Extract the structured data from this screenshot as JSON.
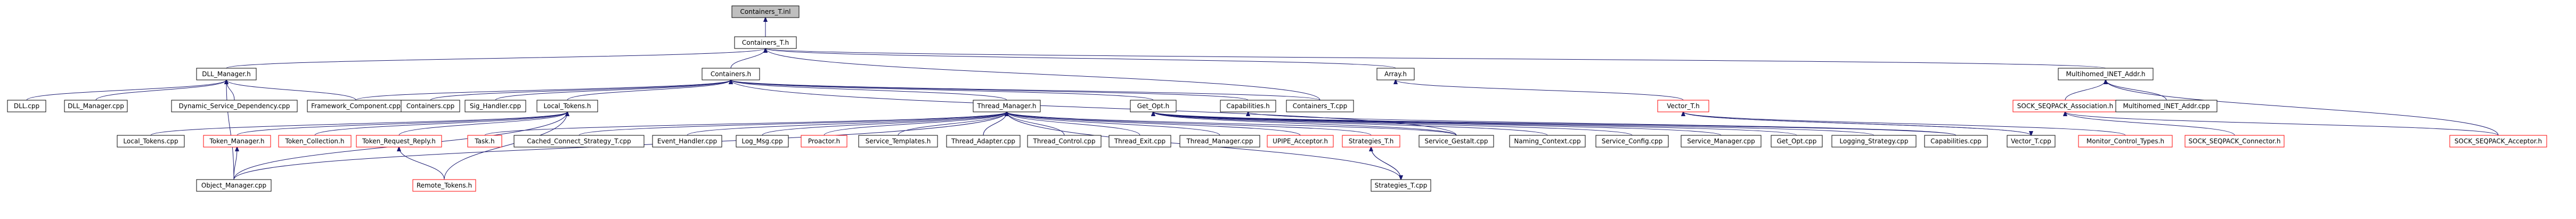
{
  "graph": {
    "nodes": [
      {
        "id": "containers_t_inl",
        "label": "Containers_T.inl",
        "root": true,
        "broken": false
      },
      {
        "id": "containers_t_h",
        "label": "Containers_T.h",
        "root": false,
        "broken": false
      },
      {
        "id": "dll_manager_h",
        "label": "DLL_Manager.h",
        "root": false,
        "broken": false
      },
      {
        "id": "containers_h",
        "label": "Containers.h",
        "root": false,
        "broken": false
      },
      {
        "id": "array_h",
        "label": "Array.h",
        "root": false,
        "broken": false
      },
      {
        "id": "multihomed_inet_addr_h",
        "label": "Multihomed_INET_Addr.h",
        "root": false,
        "broken": false
      },
      {
        "id": "dll_cpp",
        "label": "DLL.cpp",
        "root": false,
        "broken": false
      },
      {
        "id": "dll_manager_cpp",
        "label": "DLL_Manager.cpp",
        "root": false,
        "broken": false
      },
      {
        "id": "dynamic_service_dependency_cpp",
        "label": "Dynamic_Service_Dependency.cpp",
        "root": false,
        "broken": false
      },
      {
        "id": "framework_component_cpp",
        "label": "Framework_Component.cpp",
        "root": false,
        "broken": false
      },
      {
        "id": "containers_cpp",
        "label": "Containers.cpp",
        "root": false,
        "broken": false
      },
      {
        "id": "sig_handler_cpp",
        "label": "Sig_Handler.cpp",
        "root": false,
        "broken": false
      },
      {
        "id": "local_tokens_h",
        "label": "Local_Tokens.h",
        "root": false,
        "broken": false
      },
      {
        "id": "thread_manager_h",
        "label": "Thread_Manager.h",
        "root": false,
        "broken": false
      },
      {
        "id": "get_opt_h",
        "label": "Get_Opt.h",
        "root": false,
        "broken": false
      },
      {
        "id": "capabilities_h",
        "label": "Capabilities.h",
        "root": false,
        "broken": false
      },
      {
        "id": "containers_t_cpp",
        "label": "Containers_T.cpp",
        "root": false,
        "broken": false
      },
      {
        "id": "vector_t_h",
        "label": "Vector_T.h",
        "root": false,
        "broken": true
      },
      {
        "id": "sock_seqpack_association_h",
        "label": "SOCK_SEQPACK_Association.h",
        "root": false,
        "broken": true
      },
      {
        "id": "multihomed_inet_addr_cpp",
        "label": "Multihomed_INET_Addr.cpp",
        "root": false,
        "broken": false
      },
      {
        "id": "local_tokens_cpp",
        "label": "Local_Tokens.cpp",
        "root": false,
        "broken": false
      },
      {
        "id": "token_manager_h",
        "label": "Token_Manager.h",
        "root": false,
        "broken": true
      },
      {
        "id": "token_collection_h",
        "label": "Token_Collection.h",
        "root": false,
        "broken": true
      },
      {
        "id": "token_request_reply_h",
        "label": "Token_Request_Reply.h",
        "root": false,
        "broken": true
      },
      {
        "id": "task_h",
        "label": "Task.h",
        "root": false,
        "broken": true
      },
      {
        "id": "cached_connect_strategy_t_cpp",
        "label": "Cached_Connect_Strategy_T.cpp",
        "root": false,
        "broken": false
      },
      {
        "id": "event_handler_cpp",
        "label": "Event_Handler.cpp",
        "root": false,
        "broken": false
      },
      {
        "id": "log_msg_cpp",
        "label": "Log_Msg.cpp",
        "root": false,
        "broken": false
      },
      {
        "id": "proactor_h",
        "label": "Proactor.h",
        "root": false,
        "broken": true
      },
      {
        "id": "service_templates_h",
        "label": "Service_Templates.h",
        "root": false,
        "broken": false
      },
      {
        "id": "thread_adapter_cpp",
        "label": "Thread_Adapter.cpp",
        "root": false,
        "broken": false
      },
      {
        "id": "thread_control_cpp",
        "label": "Thread_Control.cpp",
        "root": false,
        "broken": false
      },
      {
        "id": "thread_exit_cpp",
        "label": "Thread_Exit.cpp",
        "root": false,
        "broken": false
      },
      {
        "id": "thread_manager_cpp",
        "label": "Thread_Manager.cpp",
        "root": false,
        "broken": false
      },
      {
        "id": "uipipe_acceptor_h",
        "label": "UPIPE_Acceptor.h",
        "root": false,
        "broken": true
      },
      {
        "id": "strategies_t_h",
        "label": "Strategies_T.h",
        "root": false,
        "broken": true
      },
      {
        "id": "service_gestalt_cpp",
        "label": "Service_Gestalt.cpp",
        "root": false,
        "broken": false
      },
      {
        "id": "naming_context_cpp",
        "label": "Naming_Context.cpp",
        "root": false,
        "broken": false
      },
      {
        "id": "service_config_cpp",
        "label": "Service_Config.cpp",
        "root": false,
        "broken": false
      },
      {
        "id": "service_manager_cpp",
        "label": "Service_Manager.cpp",
        "root": false,
        "broken": false
      },
      {
        "id": "get_opt_cpp",
        "label": "Get_Opt.cpp",
        "root": false,
        "broken": false
      },
      {
        "id": "logging_strategy_cpp",
        "label": "Logging_Strategy.cpp",
        "root": false,
        "broken": false
      },
      {
        "id": "capabilities_cpp",
        "label": "Capabilities.cpp",
        "root": false,
        "broken": false
      },
      {
        "id": "vector_t_cpp",
        "label": "Vector_T.cpp",
        "root": false,
        "broken": false
      },
      {
        "id": "monitor_control_types_h",
        "label": "Monitor_Control_Types.h",
        "root": false,
        "broken": true
      },
      {
        "id": "sock_seqpack_connector_h",
        "label": "SOCK_SEQPACK_Connector.h",
        "root": false,
        "broken": true
      },
      {
        "id": "sock_seqpack_acceptor_h",
        "label": "SOCK_SEQPACK_Acceptor.h",
        "root": false,
        "broken": true
      },
      {
        "id": "object_manager_cpp",
        "label": "Object_Manager.cpp",
        "root": false,
        "broken": false
      },
      {
        "id": "remote_tokens_h",
        "label": "Remote_Tokens.h",
        "root": false,
        "broken": true
      },
      {
        "id": "strategies_t_cpp",
        "label": "Strategies_T.cpp",
        "root": false,
        "broken": false
      }
    ],
    "edges": [
      [
        "containers_t_h",
        "containers_t_inl"
      ],
      [
        "dll_manager_h",
        "containers_t_h"
      ],
      [
        "containers_h",
        "containers_t_h"
      ],
      [
        "array_h",
        "containers_t_h"
      ],
      [
        "multihomed_inet_addr_h",
        "containers_t_h"
      ],
      [
        "containers_t_cpp",
        "containers_t_h"
      ],
      [
        "dll_cpp",
        "dll_manager_h"
      ],
      [
        "dll_manager_cpp",
        "dll_manager_h"
      ],
      [
        "dynamic_service_dependency_cpp",
        "dll_manager_h"
      ],
      [
        "framework_component_cpp",
        "dll_manager_h"
      ],
      [
        "object_manager_cpp",
        "dll_manager_h"
      ],
      [
        "containers_cpp",
        "containers_h"
      ],
      [
        "sig_handler_cpp",
        "containers_h"
      ],
      [
        "local_tokens_h",
        "containers_h"
      ],
      [
        "thread_manager_h",
        "containers_h"
      ],
      [
        "get_opt_h",
        "containers_h"
      ],
      [
        "capabilities_h",
        "containers_h"
      ],
      [
        "containers_t_cpp",
        "containers_h"
      ],
      [
        "service_gestalt_cpp",
        "containers_h"
      ],
      [
        "framework_component_cpp",
        "containers_h"
      ],
      [
        "vector_t_h",
        "array_h"
      ],
      [
        "sock_seqpack_association_h",
        "multihomed_inet_addr_h"
      ],
      [
        "multihomed_inet_addr_cpp",
        "multihomed_inet_addr_h"
      ],
      [
        "sock_seqpack_acceptor_h",
        "multihomed_inet_addr_h"
      ],
      [
        "local_tokens_cpp",
        "local_tokens_h"
      ],
      [
        "token_manager_h",
        "local_tokens_h"
      ],
      [
        "token_collection_h",
        "local_tokens_h"
      ],
      [
        "token_request_reply_h",
        "local_tokens_h"
      ],
      [
        "remote_tokens_h",
        "local_tokens_h"
      ],
      [
        "object_manager_cpp",
        "local_tokens_h"
      ],
      [
        "task_h",
        "thread_manager_h"
      ],
      [
        "cached_connect_strategy_t_cpp",
        "thread_manager_h"
      ],
      [
        "event_handler_cpp",
        "thread_manager_h"
      ],
      [
        "log_msg_cpp",
        "thread_manager_h"
      ],
      [
        "proactor_h",
        "thread_manager_h"
      ],
      [
        "service_templates_h",
        "thread_manager_h"
      ],
      [
        "thread_adapter_cpp",
        "thread_manager_h"
      ],
      [
        "thread_control_cpp",
        "thread_manager_h"
      ],
      [
        "thread_exit_cpp",
        "thread_manager_h"
      ],
      [
        "thread_manager_cpp",
        "thread_manager_h"
      ],
      [
        "uipipe_acceptor_h",
        "thread_manager_h"
      ],
      [
        "strategies_t_h",
        "thread_manager_h"
      ],
      [
        "service_gestalt_cpp",
        "thread_manager_h"
      ],
      [
        "strategies_t_cpp",
        "thread_manager_h"
      ],
      [
        "object_manager_cpp",
        "thread_manager_h"
      ],
      [
        "service_gestalt_cpp",
        "get_opt_h"
      ],
      [
        "naming_context_cpp",
        "get_opt_h"
      ],
      [
        "service_config_cpp",
        "get_opt_h"
      ],
      [
        "service_manager_cpp",
        "get_opt_h"
      ],
      [
        "get_opt_cpp",
        "get_opt_h"
      ],
      [
        "logging_strategy_cpp",
        "get_opt_h"
      ],
      [
        "capabilities_cpp",
        "get_opt_h"
      ],
      [
        "capabilities_cpp",
        "capabilities_h"
      ],
      [
        "vector_t_cpp",
        "vector_t_h"
      ],
      [
        "monitor_control_types_h",
        "vector_t_h"
      ],
      [
        "sock_seqpack_connector_h",
        "sock_seqpack_association_h"
      ],
      [
        "sock_seqpack_acceptor_h",
        "sock_seqpack_association_h"
      ],
      [
        "object_manager_cpp",
        "token_manager_h"
      ],
      [
        "remote_tokens_h",
        "token_request_reply_h"
      ],
      [
        "strategies_t_cpp",
        "strategies_t_h"
      ],
      [
        "strategies_t_h",
        "strategies_t_cpp"
      ],
      [
        "vector_t_h",
        "vector_t_cpp"
      ]
    ]
  }
}
